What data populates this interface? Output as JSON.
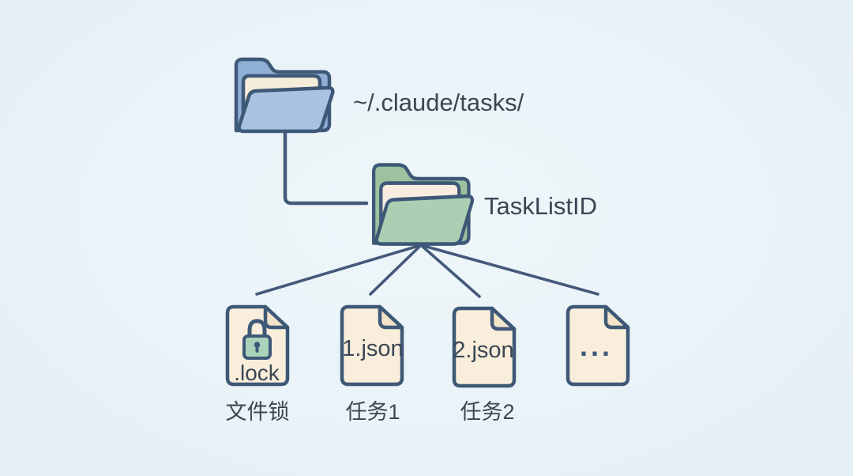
{
  "background": "#e9f3f8",
  "colors": {
    "outline": "#3e5877",
    "text": "#3b4653",
    "connector": "#44597a",
    "blue_folder_back": "#8fafd6",
    "blue_folder_front": "#a9c2e2",
    "blue_folder_paper": "#f6ecda",
    "green_folder_back": "#9cc2a0",
    "green_folder_front": "#aacfb2",
    "green_folder_paper": "#f9ede2",
    "file_fill": "#f8eedb",
    "file_fold": "#f2e3c9",
    "lock_fill": "#abd3ba"
  },
  "diagram": {
    "root_folder": {
      "icon": "open-folder-blue",
      "label": "~/.claude/tasks/"
    },
    "task_folder": {
      "icon": "open-folder-green",
      "label": "TaskListID"
    },
    "files": [
      {
        "icon": "lock-file",
        "inner_text": ".lock",
        "caption": "文件锁"
      },
      {
        "icon": "json-file",
        "inner_text": "1.json",
        "caption": "任务1"
      },
      {
        "icon": "json-file",
        "inner_text": "2.json",
        "caption": "任务2"
      },
      {
        "icon": "more-files",
        "inner_text": "...",
        "caption": ""
      }
    ]
  }
}
